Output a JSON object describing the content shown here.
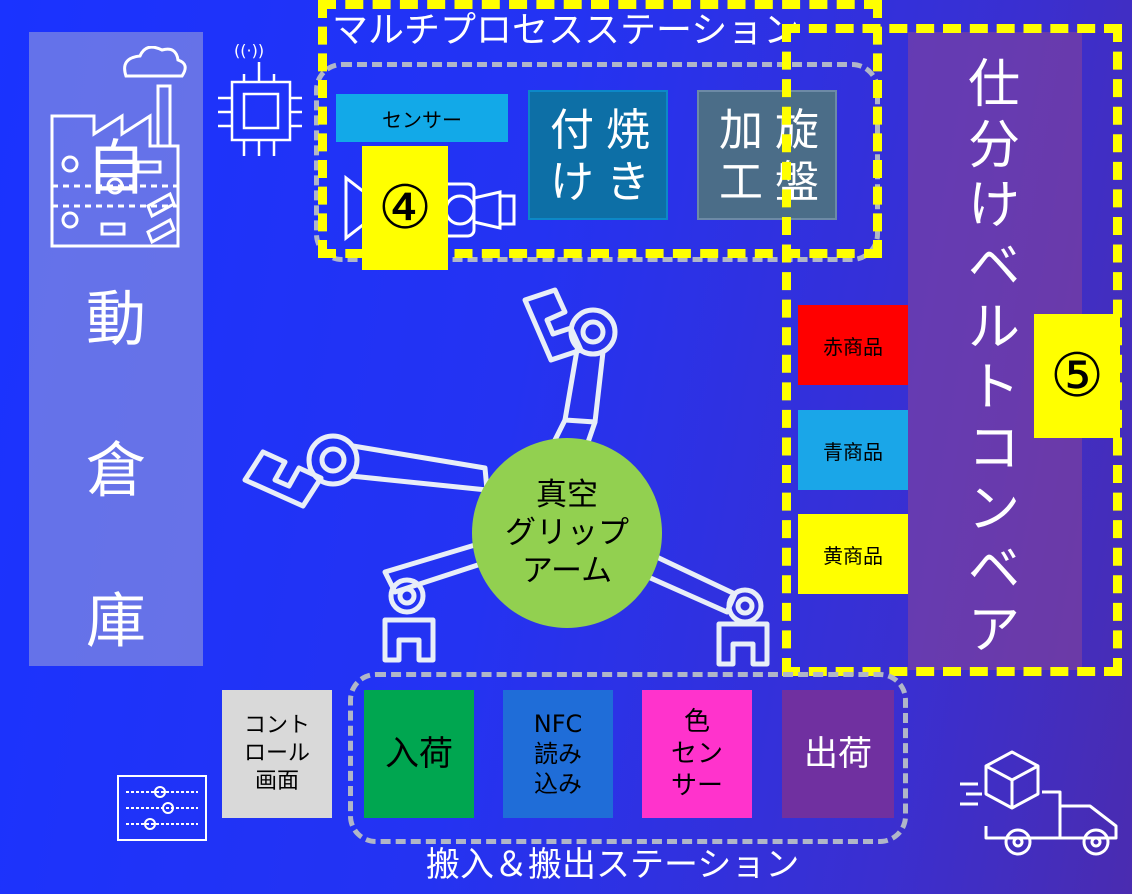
{
  "title_top": "マルチプロセスステーション",
  "title_bottom": "搬入＆搬出ステーション",
  "warehouse": {
    "chars": [
      "自",
      "動",
      "倉",
      "庫"
    ]
  },
  "sorter": {
    "chars": [
      "仕",
      "分",
      "け",
      "ベ",
      "ル",
      "ト",
      "コ",
      "ン",
      "ベ",
      "ア"
    ]
  },
  "badges": {
    "four": "④",
    "five": "⑤"
  },
  "process_station": {
    "sensor": "センサー",
    "soldering": [
      "付",
      "焼",
      "け",
      "き"
    ],
    "lathe": [
      "加",
      "旋",
      "工",
      "盤"
    ]
  },
  "products": [
    {
      "label": "赤商品",
      "color": "#ff0000"
    },
    {
      "label": "青商品",
      "color": "#1aa6e8"
    },
    {
      "label": "黄商品",
      "color": "#ffff00"
    }
  ],
  "arm": {
    "lines": [
      "真空",
      "グリップ",
      "アーム"
    ],
    "color": "#92d050"
  },
  "control": {
    "lines": [
      "コント",
      "ロール",
      "画面"
    ]
  },
  "io_station": [
    {
      "lines": [
        "入荷"
      ],
      "color": "#00a650",
      "text_color": "#000000"
    },
    {
      "lines": [
        "NFC",
        "読み",
        "込み"
      ],
      "color": "#1f6dd8",
      "text_color": "#000000"
    },
    {
      "lines": [
        "色",
        "セン",
        "サー"
      ],
      "color": "#ff33cc",
      "text_color": "#000000"
    },
    {
      "lines": [
        "出荷"
      ],
      "color": "#7030a0",
      "text_color": "#ffffff"
    }
  ],
  "icons": [
    "factory-icon",
    "iot-chip-icon",
    "camera-icon",
    "robot-arm-icon",
    "control-panel-icon",
    "delivery-truck-icon"
  ]
}
